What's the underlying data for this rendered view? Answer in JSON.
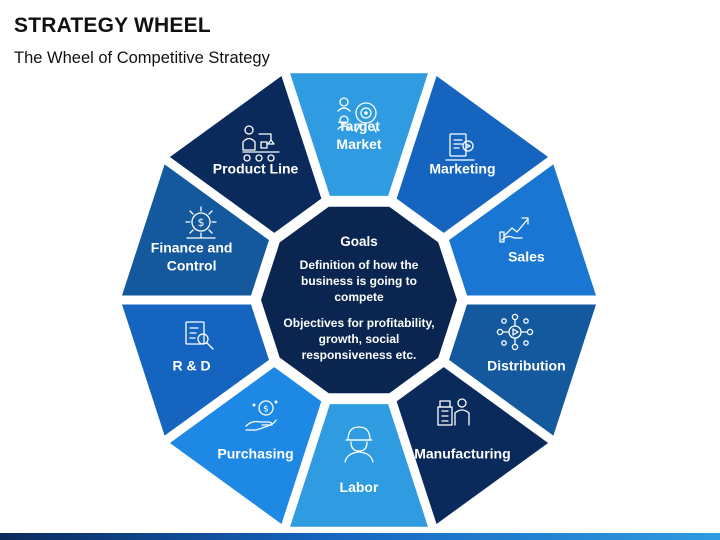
{
  "header": {
    "title": "STRATEGY WHEEL",
    "subtitle": "The Wheel of Competitive Strategy"
  },
  "center": {
    "title": "Goals",
    "line1": [
      "Definition of how the",
      "business is going to",
      "compete"
    ],
    "line2": [
      "Objectives for profitability,",
      "growth, social",
      "responsiveness etc."
    ]
  },
  "segments": [
    {
      "id": "target-market",
      "label": [
        "Target",
        "Market"
      ],
      "icon": "target-audience-icon",
      "color": "#2f9be0"
    },
    {
      "id": "marketing",
      "label": [
        "Marketing"
      ],
      "icon": "marketing-report-icon",
      "color": "#1565c0"
    },
    {
      "id": "sales",
      "label": [
        "Sales"
      ],
      "icon": "sales-growth-icon",
      "color": "#1976d2"
    },
    {
      "id": "distribution",
      "label": [
        "Distribution"
      ],
      "icon": "distribution-network-icon",
      "color": "#14589e"
    },
    {
      "id": "manufacturing",
      "label": [
        "Manufacturing"
      ],
      "icon": "factory-worker-icon",
      "color": "#0b2a5c"
    },
    {
      "id": "labor",
      "label": [
        "Labor"
      ],
      "icon": "worker-helmet-icon",
      "color": "#2f9be0"
    },
    {
      "id": "purchasing",
      "label": [
        "Purchasing"
      ],
      "icon": "purchase-money-icon",
      "color": "#1e88e5"
    },
    {
      "id": "r-and-d",
      "label": [
        "R & D"
      ],
      "icon": "research-icon",
      "color": "#1565c0"
    },
    {
      "id": "finance-and-control",
      "label": [
        "Finance and",
        "Control"
      ],
      "icon": "finance-gear-icon",
      "color": "#14589e"
    },
    {
      "id": "product-line",
      "label": [
        "Product Line"
      ],
      "icon": "production-line-icon",
      "color": "#0b2a5c"
    }
  ],
  "colors": {
    "center": "#0a2550",
    "bottom_bar_start": "#0b2a5c",
    "bottom_bar_end": "#2f9be0"
  }
}
